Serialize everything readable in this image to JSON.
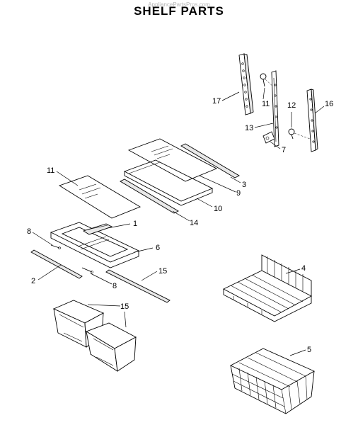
{
  "header": {
    "title": "SHELF PARTS",
    "watermark": "AppliancePartsPros.com"
  },
  "callouts": [
    {
      "id": "c1",
      "label": "1"
    },
    {
      "id": "c2",
      "label": "2"
    },
    {
      "id": "c3",
      "label": "3"
    },
    {
      "id": "c4",
      "label": "4"
    },
    {
      "id": "c5",
      "label": "5"
    },
    {
      "id": "c6",
      "label": "6"
    },
    {
      "id": "c7",
      "label": "7"
    },
    {
      "id": "c8a",
      "label": "8"
    },
    {
      "id": "c8b",
      "label": "8"
    },
    {
      "id": "c9",
      "label": "9"
    },
    {
      "id": "c10",
      "label": "10"
    },
    {
      "id": "c11a",
      "label": "11"
    },
    {
      "id": "c11b",
      "label": "11"
    },
    {
      "id": "c12",
      "label": "12"
    },
    {
      "id": "c13",
      "label": "13"
    },
    {
      "id": "c14",
      "label": "14"
    },
    {
      "id": "c15a",
      "label": "15"
    },
    {
      "id": "c15b",
      "label": "15"
    },
    {
      "id": "c16",
      "label": "16"
    },
    {
      "id": "c17",
      "label": "17"
    }
  ]
}
